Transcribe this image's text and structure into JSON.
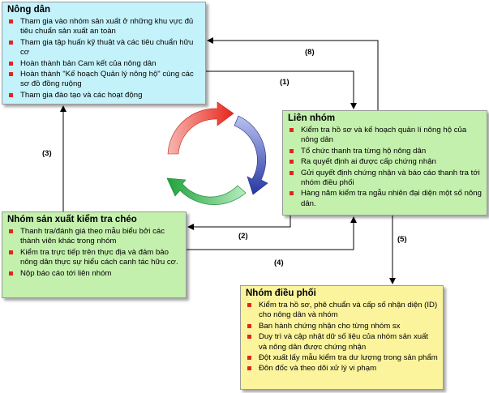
{
  "nong_dan": {
    "title": "Nông dân",
    "items": [
      "Tham gia vào nhóm sản xuất ở những khu vực đủ tiêu chuẩn sản xuất an toàn",
      "Tham gia tập huấn kỹ thuật và các tiêu chuẩn hữu cơ",
      "Hoàn thành bản Cam kết của nông dân",
      "Hoàn thành \"Kế hoạch Quản lý nông hộ\" cùng các sơ đồ đồng ruộng",
      "Tham gia đào tạo và các hoạt động"
    ]
  },
  "lien_nhom": {
    "title": "Liên nhóm",
    "items": [
      "Kiểm tra hồ sơ và kế hoạch quản lí nông hộ của nông dân",
      "Tổ chức thanh tra từng hộ nông dân",
      "Ra quyết định ai được cấp chứng nhận",
      "Gửi quyết định chứng nhận và báo cáo thanh tra tới nhóm điều phối",
      "Hàng năm kiểm tra ngẫu nhiên đại diện một số nông dân."
    ]
  },
  "nhom_san_xuat": {
    "title": "Nhóm sản xuất kiểm tra chéo",
    "items": [
      "Thanh tra/đánh giá theo mẫu biểu bởi các thành viên khác trong nhóm",
      "Kiểm tra trực tiếp trên thực địa và đảm bảo nông dân thực sự hiểu cách canh tác hữu cơ.",
      "Nộp báo cáo tới liên nhóm"
    ]
  },
  "nhom_dieu_phoi": {
    "title": "Nhóm điều phối",
    "items": [
      "Kiểm tra hồ sơ, phê chuẩn và cấp số nhận diện (ID) cho nông dân và nhóm",
      "Ban hành chứng nhận cho từng nhóm sx",
      "Duy trì và cập nhật dữ số liệu của nhóm sản xuất và nông dân được chứng nhận",
      "Đột xuất lấy mẫu kiểm tra dư lượng trong sản phẩm",
      "Đôn đốc và theo dõi xử lý vi phạm"
    ]
  },
  "edge_labels": {
    "e1": "(1)",
    "e2": "(2)",
    "e3": "(3)",
    "e4": "(4)",
    "e5": "(5)",
    "e8": "(8)"
  },
  "colors": {
    "nong_dan_bg": "#c4f2fb",
    "lien_nhom_bg": "#c4f0ad",
    "nhom_sx_bg": "#c4f0ad",
    "dieu_phoi_bg": "#fbf49d",
    "bullet": "#e0261f",
    "cycle_red": "#e8261c",
    "cycle_blue": "#2636a0",
    "cycle_green": "#1ea33a"
  }
}
